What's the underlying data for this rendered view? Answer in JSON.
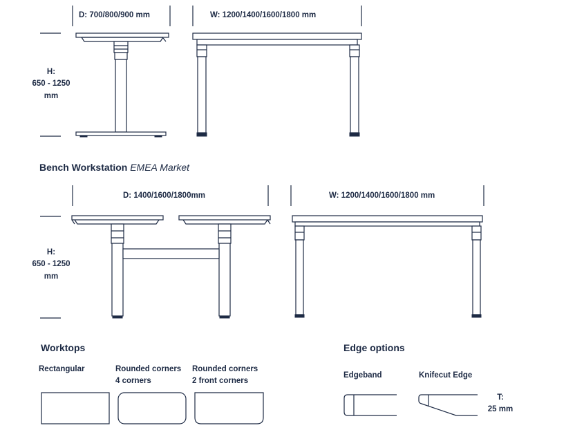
{
  "single_desk": {
    "depth_label": "D: 700/800/900 mm",
    "width_label": "W: 1200/1400/1600/1800 mm",
    "height_label_prefix": "H:",
    "height_label_range": "650 - 1250",
    "height_label_unit": "mm"
  },
  "bench": {
    "title": "Bench Workstation",
    "title_market": "EMEA Market",
    "depth_label": "D: 1400/1600/1800mm",
    "width_label": "W: 1200/1400/1600/1800 mm",
    "height_label_prefix": "H:",
    "height_label_range": "650 - 1250",
    "height_label_unit": "mm"
  },
  "worktops": {
    "title": "Worktops",
    "items": [
      {
        "name": "Rectangular",
        "detail": ""
      },
      {
        "name": "Rounded corners",
        "detail": "4 corners"
      },
      {
        "name": "Rounded corners",
        "detail": "2 front corners"
      }
    ]
  },
  "edges": {
    "title": "Edge options",
    "items": [
      {
        "name": "Edgeband"
      },
      {
        "name": "Knifecut Edge"
      }
    ],
    "thickness_prefix": "T:",
    "thickness_value": "25 mm"
  }
}
